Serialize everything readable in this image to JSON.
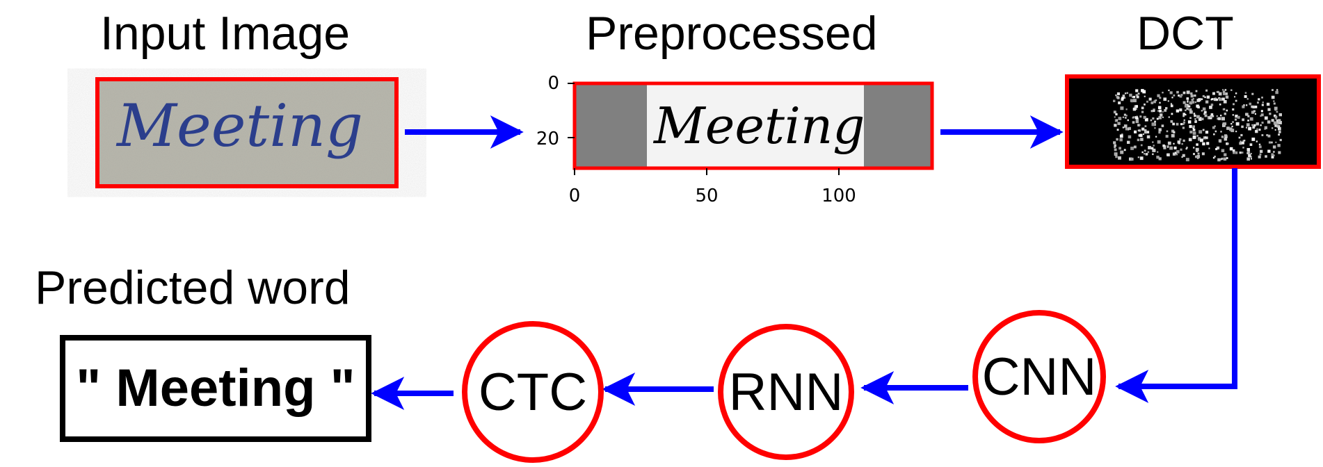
{
  "titles": {
    "input": "Input Image",
    "preprocessed": "Preprocessed",
    "dct": "DCT",
    "predicted": "Predicted word"
  },
  "samples": {
    "input_word": "Meeting",
    "preprocessed_word": "Meeting"
  },
  "preprocessed_axes": {
    "y_ticks": [
      "0",
      "20"
    ],
    "x_ticks": [
      "0",
      "50",
      "100"
    ]
  },
  "nodes": {
    "cnn": "CNN",
    "rnn": "RNN",
    "ctc": "CTC"
  },
  "output": {
    "predicted_text": "\" Meeting \""
  },
  "colors": {
    "arrow": "#0000ff",
    "frame": "#ff0000",
    "text": "#000000"
  }
}
